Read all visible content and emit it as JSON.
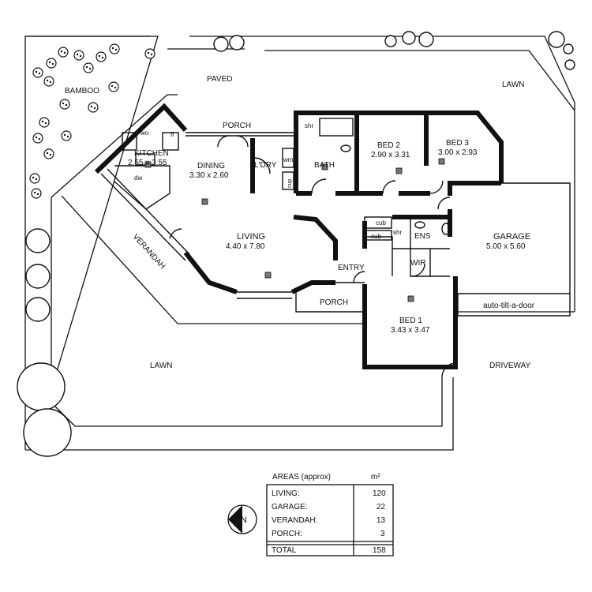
{
  "outdoor": {
    "bamboo": "BAMBOO",
    "paved": "PAVED",
    "lawn_top": "LAWN",
    "lawn_bottom": "LAWN",
    "driveway": "DRIVEWAY",
    "verandah": "VERANDAH",
    "porch_top": "PORCH",
    "porch_bottom": "PORCH",
    "entry": "ENTRY",
    "auto_door": "auto-tilt-a-door"
  },
  "rooms": {
    "kitchen": {
      "name": "KITCHEN",
      "size": "2.55 x 3.55"
    },
    "dining": {
      "name": "DINING",
      "size": "3.30 x 2.60"
    },
    "living": {
      "name": "LIVING",
      "size": "4.40 x 7.80"
    },
    "laundry": {
      "name": "L'DRY"
    },
    "bath": {
      "name": "BATH"
    },
    "bed2": {
      "name": "BED 2",
      "size": "2.90 x 3.31"
    },
    "bed3": {
      "name": "BED 3",
      "size": "3.00 x 2.93"
    },
    "garage": {
      "name": "GARAGE",
      "size": "5.00 x 5.60"
    },
    "bed1": {
      "name": "BED 1",
      "size": "3.43 x 3.47"
    },
    "ens": {
      "name": "ENS"
    },
    "wir": {
      "name": "WIR"
    }
  },
  "fixtures": {
    "wo": "wo",
    "fr": "fr",
    "dw": "dw",
    "wm": "wm",
    "cup": "cup",
    "shr1": "shr",
    "shr2": "shr",
    "cub1": "cub",
    "cub2": "cub"
  },
  "north": "N",
  "areas": {
    "title": "AREAS (approx)",
    "unit": "m²",
    "rows": [
      {
        "label": "LIVING:",
        "value": "120"
      },
      {
        "label": "GARAGE:",
        "value": "22"
      },
      {
        "label": "VERANDAH:",
        "value": "13"
      },
      {
        "label": "PORCH:",
        "value": "3"
      }
    ],
    "total": {
      "label": "TOTAL",
      "value": "158"
    }
  }
}
